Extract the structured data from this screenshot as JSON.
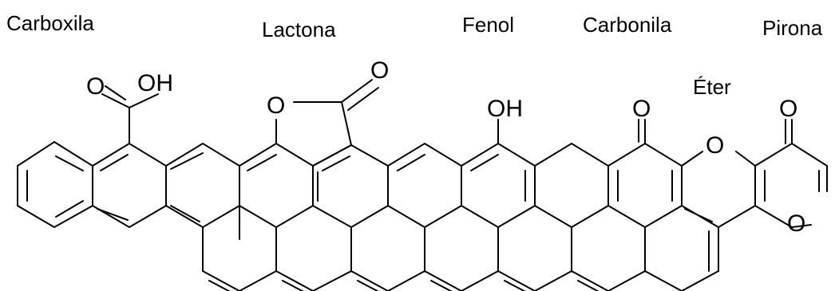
{
  "group_labels": {
    "carboxila": "Carboxila",
    "lactona": "Lactona",
    "fenol": "Fenol",
    "carbonila": "Carbonila",
    "pirona": "Pirona",
    "eter": "Éter"
  },
  "atoms": {
    "carboxyl_O": "O",
    "carboxyl_OH": "OH",
    "lactone_ring_O": "O",
    "lactone_carbonyl_O": "O",
    "phenol_OH": "OH",
    "carbonyl_O": "O",
    "ether_O": "O",
    "pyrone_carbonyl_O": "O",
    "pyrone_ring_O": "O"
  }
}
